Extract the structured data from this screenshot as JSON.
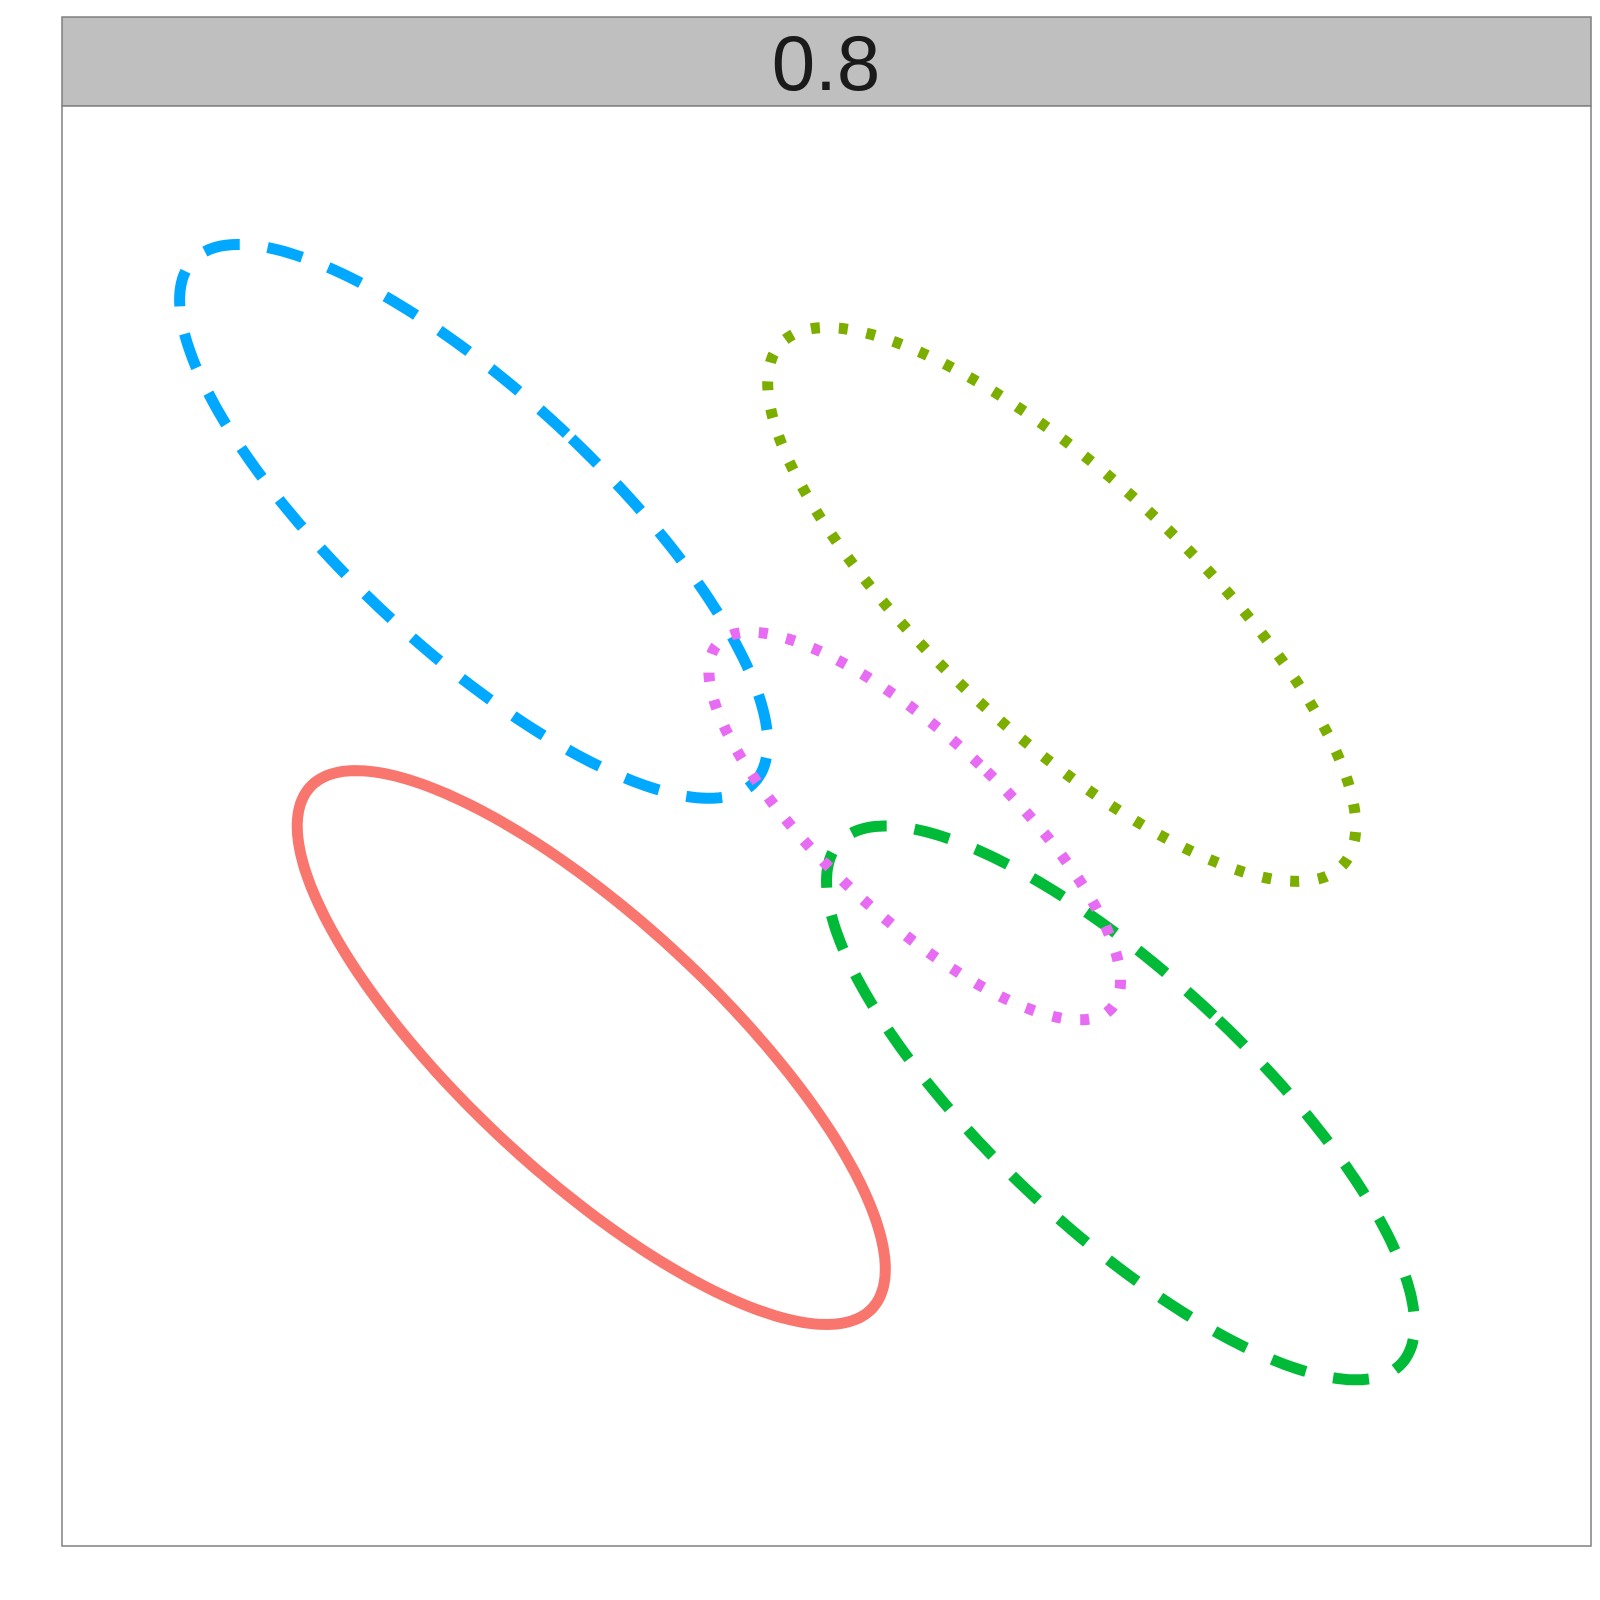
{
  "chart_data": {
    "type": "line",
    "facet_label": "0.8",
    "title": "",
    "xlabel": "",
    "ylabel": "",
    "xlim": [
      -2.6,
      2.6
    ],
    "ylim": [
      -2.6,
      2.6
    ],
    "axes_visible": false,
    "grid": false,
    "legend": "none",
    "series": [
      {
        "color": "#F8766D",
        "linetype": "solid",
        "center": [
          -0.8,
          -0.8
        ],
        "radius": 1.0,
        "correlation": -0.8
      },
      {
        "color": "#7CAE00",
        "linetype": "dotted",
        "center": [
          0.8,
          0.8
        ],
        "radius": 1.0,
        "correlation": -0.8
      },
      {
        "color": "#00BA38",
        "linetype": "longdash",
        "center": [
          1.0,
          -1.0
        ],
        "radius": 1.0,
        "correlation": -0.8
      },
      {
        "color": "#00A9FF",
        "linetype": "longdash",
        "center": [
          -1.2,
          1.1
        ],
        "radius": 1.0,
        "correlation": -0.8
      },
      {
        "color": "#E76BF3",
        "linetype": "dotted",
        "center": [
          0.3,
          0.0
        ],
        "radius": 0.7,
        "correlation": -0.8
      }
    ]
  }
}
